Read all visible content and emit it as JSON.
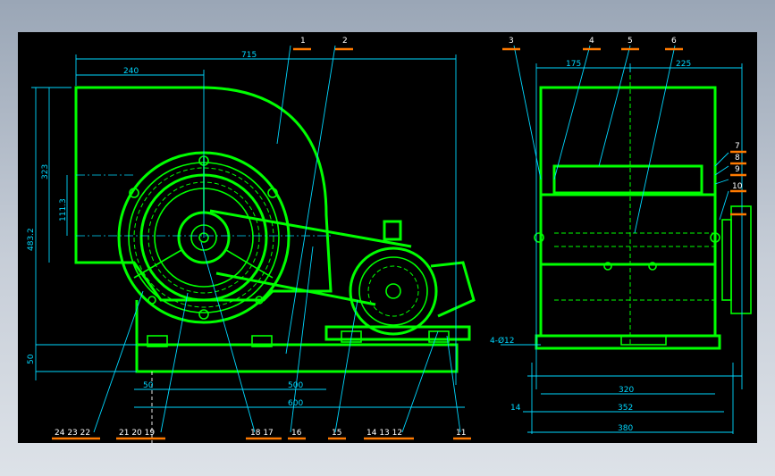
{
  "drawing": {
    "dimensions": {
      "d715": "715",
      "d240": "240",
      "d323": "323",
      "d111_3": "111.3",
      "d483_2": "483.2",
      "d50v": "50",
      "d50h": "50",
      "d500": "500",
      "d600": "600",
      "d175": "175",
      "d225": "225",
      "d4_12": "4-Ø12",
      "d320": "320",
      "d14": "14",
      "d352": "352",
      "d380": "380"
    },
    "callouts": {
      "c1": "1",
      "c2": "2",
      "c3": "3",
      "c4": "4",
      "c5": "5",
      "c6": "6",
      "c7": "7",
      "c8": "8",
      "c9": "9",
      "c10": "10",
      "c11": "11",
      "c12_14": "14 13 12",
      "c15": "15",
      "c16": "16",
      "c17_18": "18 17",
      "c19_21": "21 20 19",
      "c22_24": "24 23 22"
    },
    "colors": {
      "outline": "#00ff00",
      "dimension": "#00d7ff",
      "leader_bar": "#ff7a00",
      "background": "#000000"
    }
  }
}
